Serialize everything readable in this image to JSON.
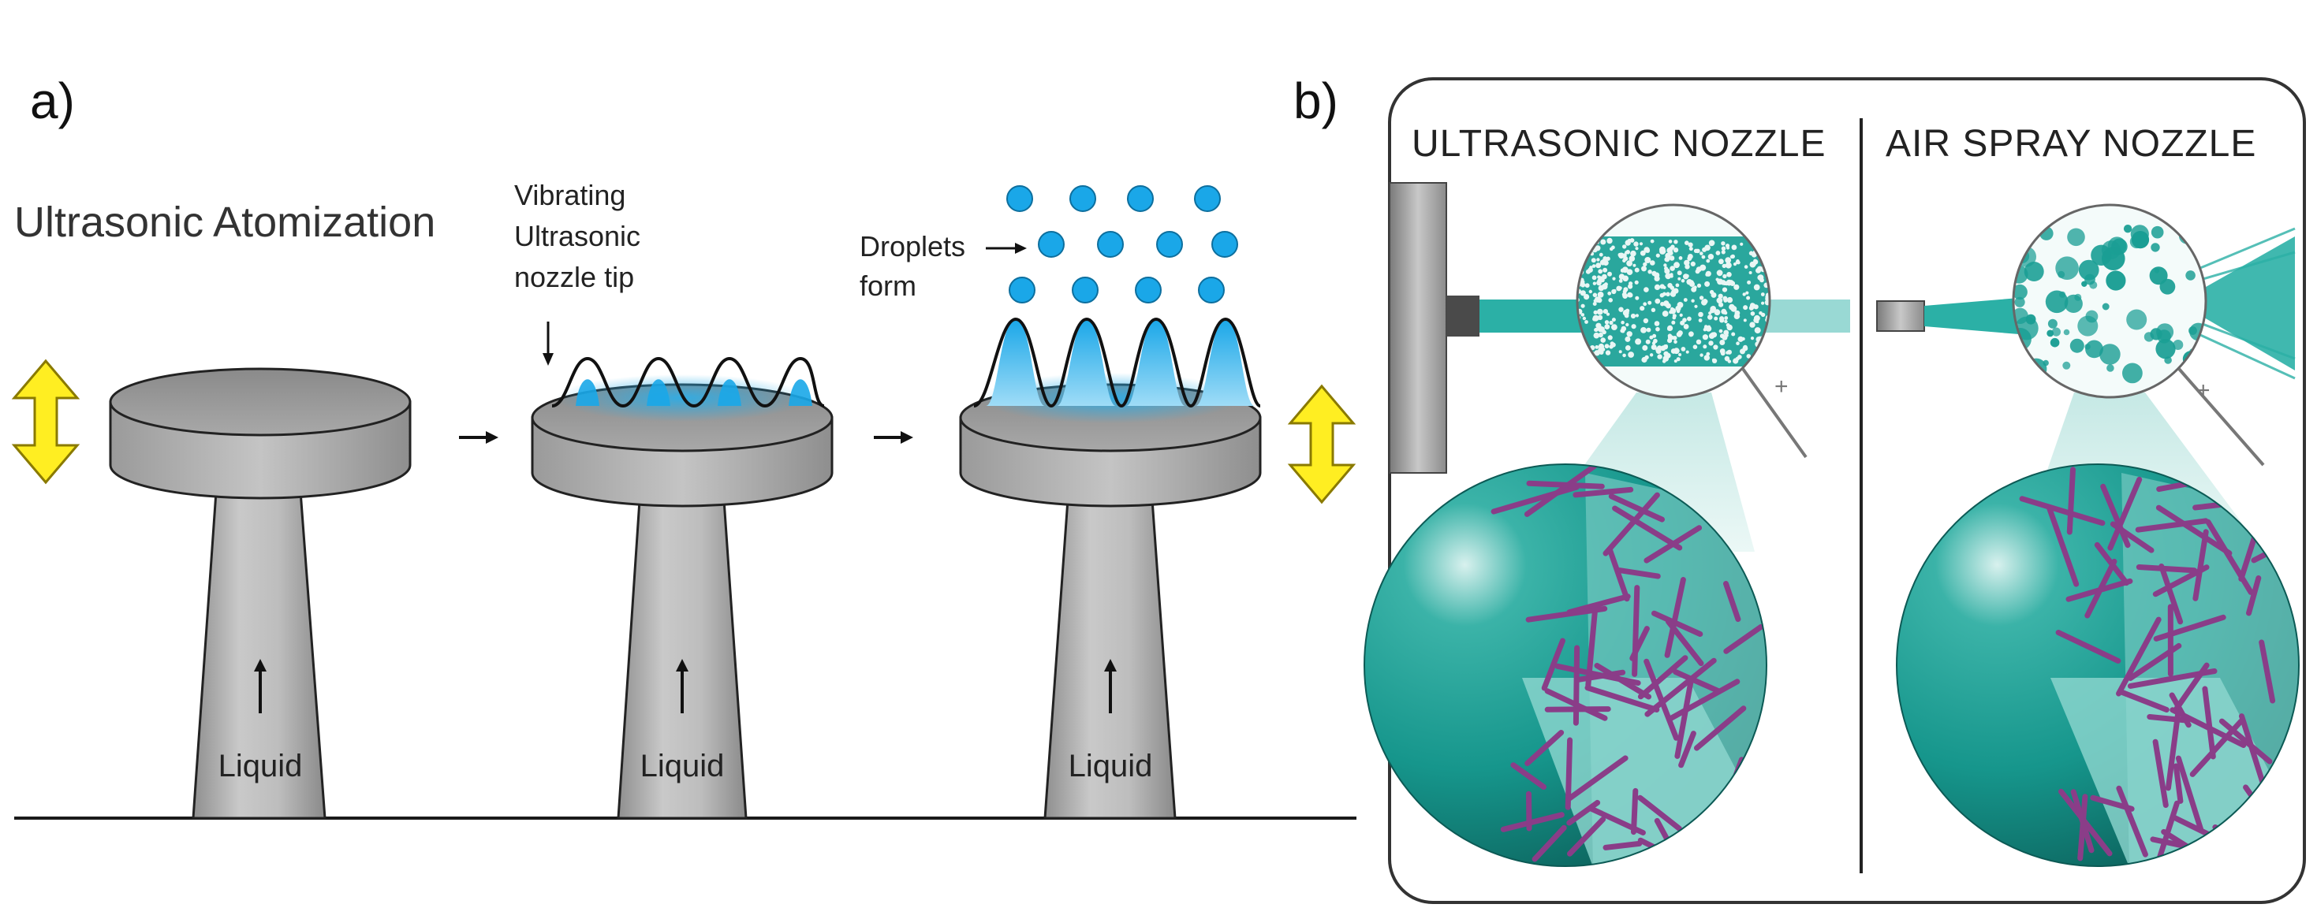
{
  "panel_a": {
    "label": "a)",
    "title": "Ultrasonic Atomization",
    "stage2_label_line1": "Vibrating",
    "stage2_label_line2": "Ultrasonic",
    "stage2_label_line3": "nozzle tip",
    "stage3_label_line1": "Droplets",
    "stage3_label_line2": "form",
    "liquid_label": "Liquid"
  },
  "panel_b": {
    "label": "b)",
    "left_heading": "ULTRASONIC NOZZLE",
    "right_heading": "AIR SPRAY NOZZLE"
  },
  "colors": {
    "metal_light": "#d9d9d9",
    "metal_mid": "#b3b3b3",
    "metal_dark": "#8c8c8c",
    "water_blue": "#1aa7e8",
    "arrow_yellow": "#ffee22",
    "teal": "#1a9e94",
    "teal_dark": "#0f6f69",
    "fiber_purple": "#8a3d88"
  }
}
